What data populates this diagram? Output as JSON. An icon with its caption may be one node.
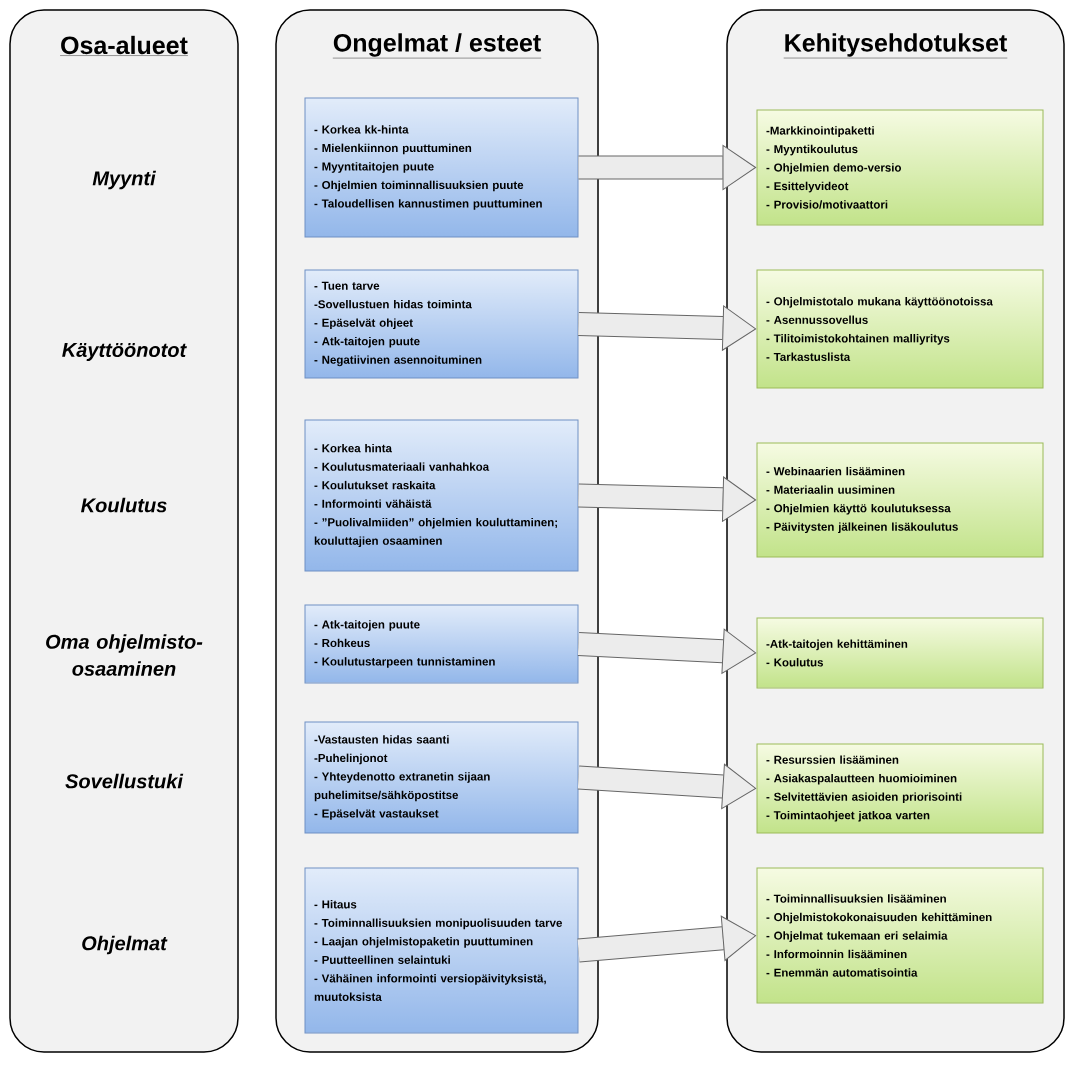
{
  "diagram": {
    "nodes": [
      {
        "text": [
          "Osa-alueet",
          "Myynti",
          "Käyttöönotot",
          "Koulutus",
          "Oma ohjelmisto-osaaminen",
          "Sovellustuki",
          "Ohjelmat"
        ]
      },
      {
        "text": [
          "Ongelmat / esteet"
        ]
      },
      {
        "text": [
          "- Korkea kk-hinta",
          "- Mielenkiinnon puuttuminen",
          "- Myyntitaitojen puute",
          "- Ohjelmien toiminnallisuuksien puute",
          "- Taloudellisen kannustimen puuttuminen"
        ],
        "in": 1
      },
      {
        "text": [
          "- Tuen tarve",
          "-Sovellustuen hidas toiminta",
          "- Epäselvät ohjeet",
          "- Atk-taitojen puute",
          "- Negatiivinen asennoituminen"
        ],
        "in": 1
      },
      {
        "text": [
          "- Korkea hinta",
          "- Koulutusmateriaali vanhahkoa",
          "- Koulutukset raskaita",
          "- Informointi vähäistä",
          "- ”Puolivalmiiden” ohjelmien kouluttaminen; kouluttajien osaaminen"
        ],
        "in": 1
      },
      {
        "text": [
          "- Atk-taitojen puute",
          "- Rohkeus",
          "- Koulutustarpeen tunnistaminen"
        ],
        "in": 1
      },
      {
        "text": [
          "-Vastausten hidas saanti",
          "-Puhelinjonot",
          "- Yhteydenotto extranetin sijaan puhelimitse/sähköpostitse",
          "- Epäselvät vastaukset"
        ],
        "in": 1
      },
      {
        "text": [
          "- Hitaus",
          "- Toiminnallisuuksien monipuolisuuden tarve",
          "- Laajan ohjelmistopaketin puuttuminen",
          "- Puutteellinen selaintuki",
          "- Vähäinen informointi versiopäivityksistä, muutoksista"
        ],
        "in": 1
      },
      {
        "text": [
          "Kehitysehdotukset"
        ]
      },
      {
        "text": [
          "-Markkinointipaketti",
          "- Myyntikoulutus",
          "- Ohjelmien demo-versio",
          "- Esittelyvideot",
          "- Provisio/motivaattori"
        ],
        "in": 8
      },
      {
        "text": [
          "- Ohjelmistotalo mukana käyttöönotoissa",
          "- Asennussovellus",
          "- Tilitoimistokohtainen malliyritys",
          "- Tarkastuslista"
        ],
        "in": 8
      },
      {
        "text": [
          "- Webinaarien lisääminen",
          "- Materiaalin uusiminen",
          "- Ohjelmien käyttö koulutuksessa",
          "- Päivitysten jälkeinen lisäkoulutus"
        ],
        "in": 8
      },
      {
        "text": [
          "-Atk-taitojen kehittäminen",
          "- Koulutus"
        ],
        "in": 8
      },
      {
        "text": [
          "- Resurssien lisääminen",
          "- Asiakaspalautteen huomioiminen",
          "- Selvitettävien asioiden priorisointi",
          "- Toimintaohjeet jatkoa varten"
        ],
        "in": 8
      },
      {
        "text": [
          "- Toiminnallisuuksien lisääminen",
          "- Ohjelmistokokonaisuuden kehittäminen",
          "- Ohjelmat tukemaan eri selaimia",
          "- Informoinnin lisääminen",
          "- Enemmän automatisointia"
        ],
        "in": 8
      }
    ],
    "edges": [
      {
        "from": 2,
        "to": 9,
        "arrow": "to"
      },
      {
        "from": 3,
        "to": 10,
        "arrow": "to"
      },
      {
        "from": 4,
        "to": 11,
        "arrow": "to"
      },
      {
        "from": 5,
        "to": 12,
        "arrow": "to"
      },
      {
        "from": 6,
        "to": 13,
        "arrow": "to"
      },
      {
        "from": 7,
        "to": 14,
        "arrow": "to"
      }
    ]
  }
}
